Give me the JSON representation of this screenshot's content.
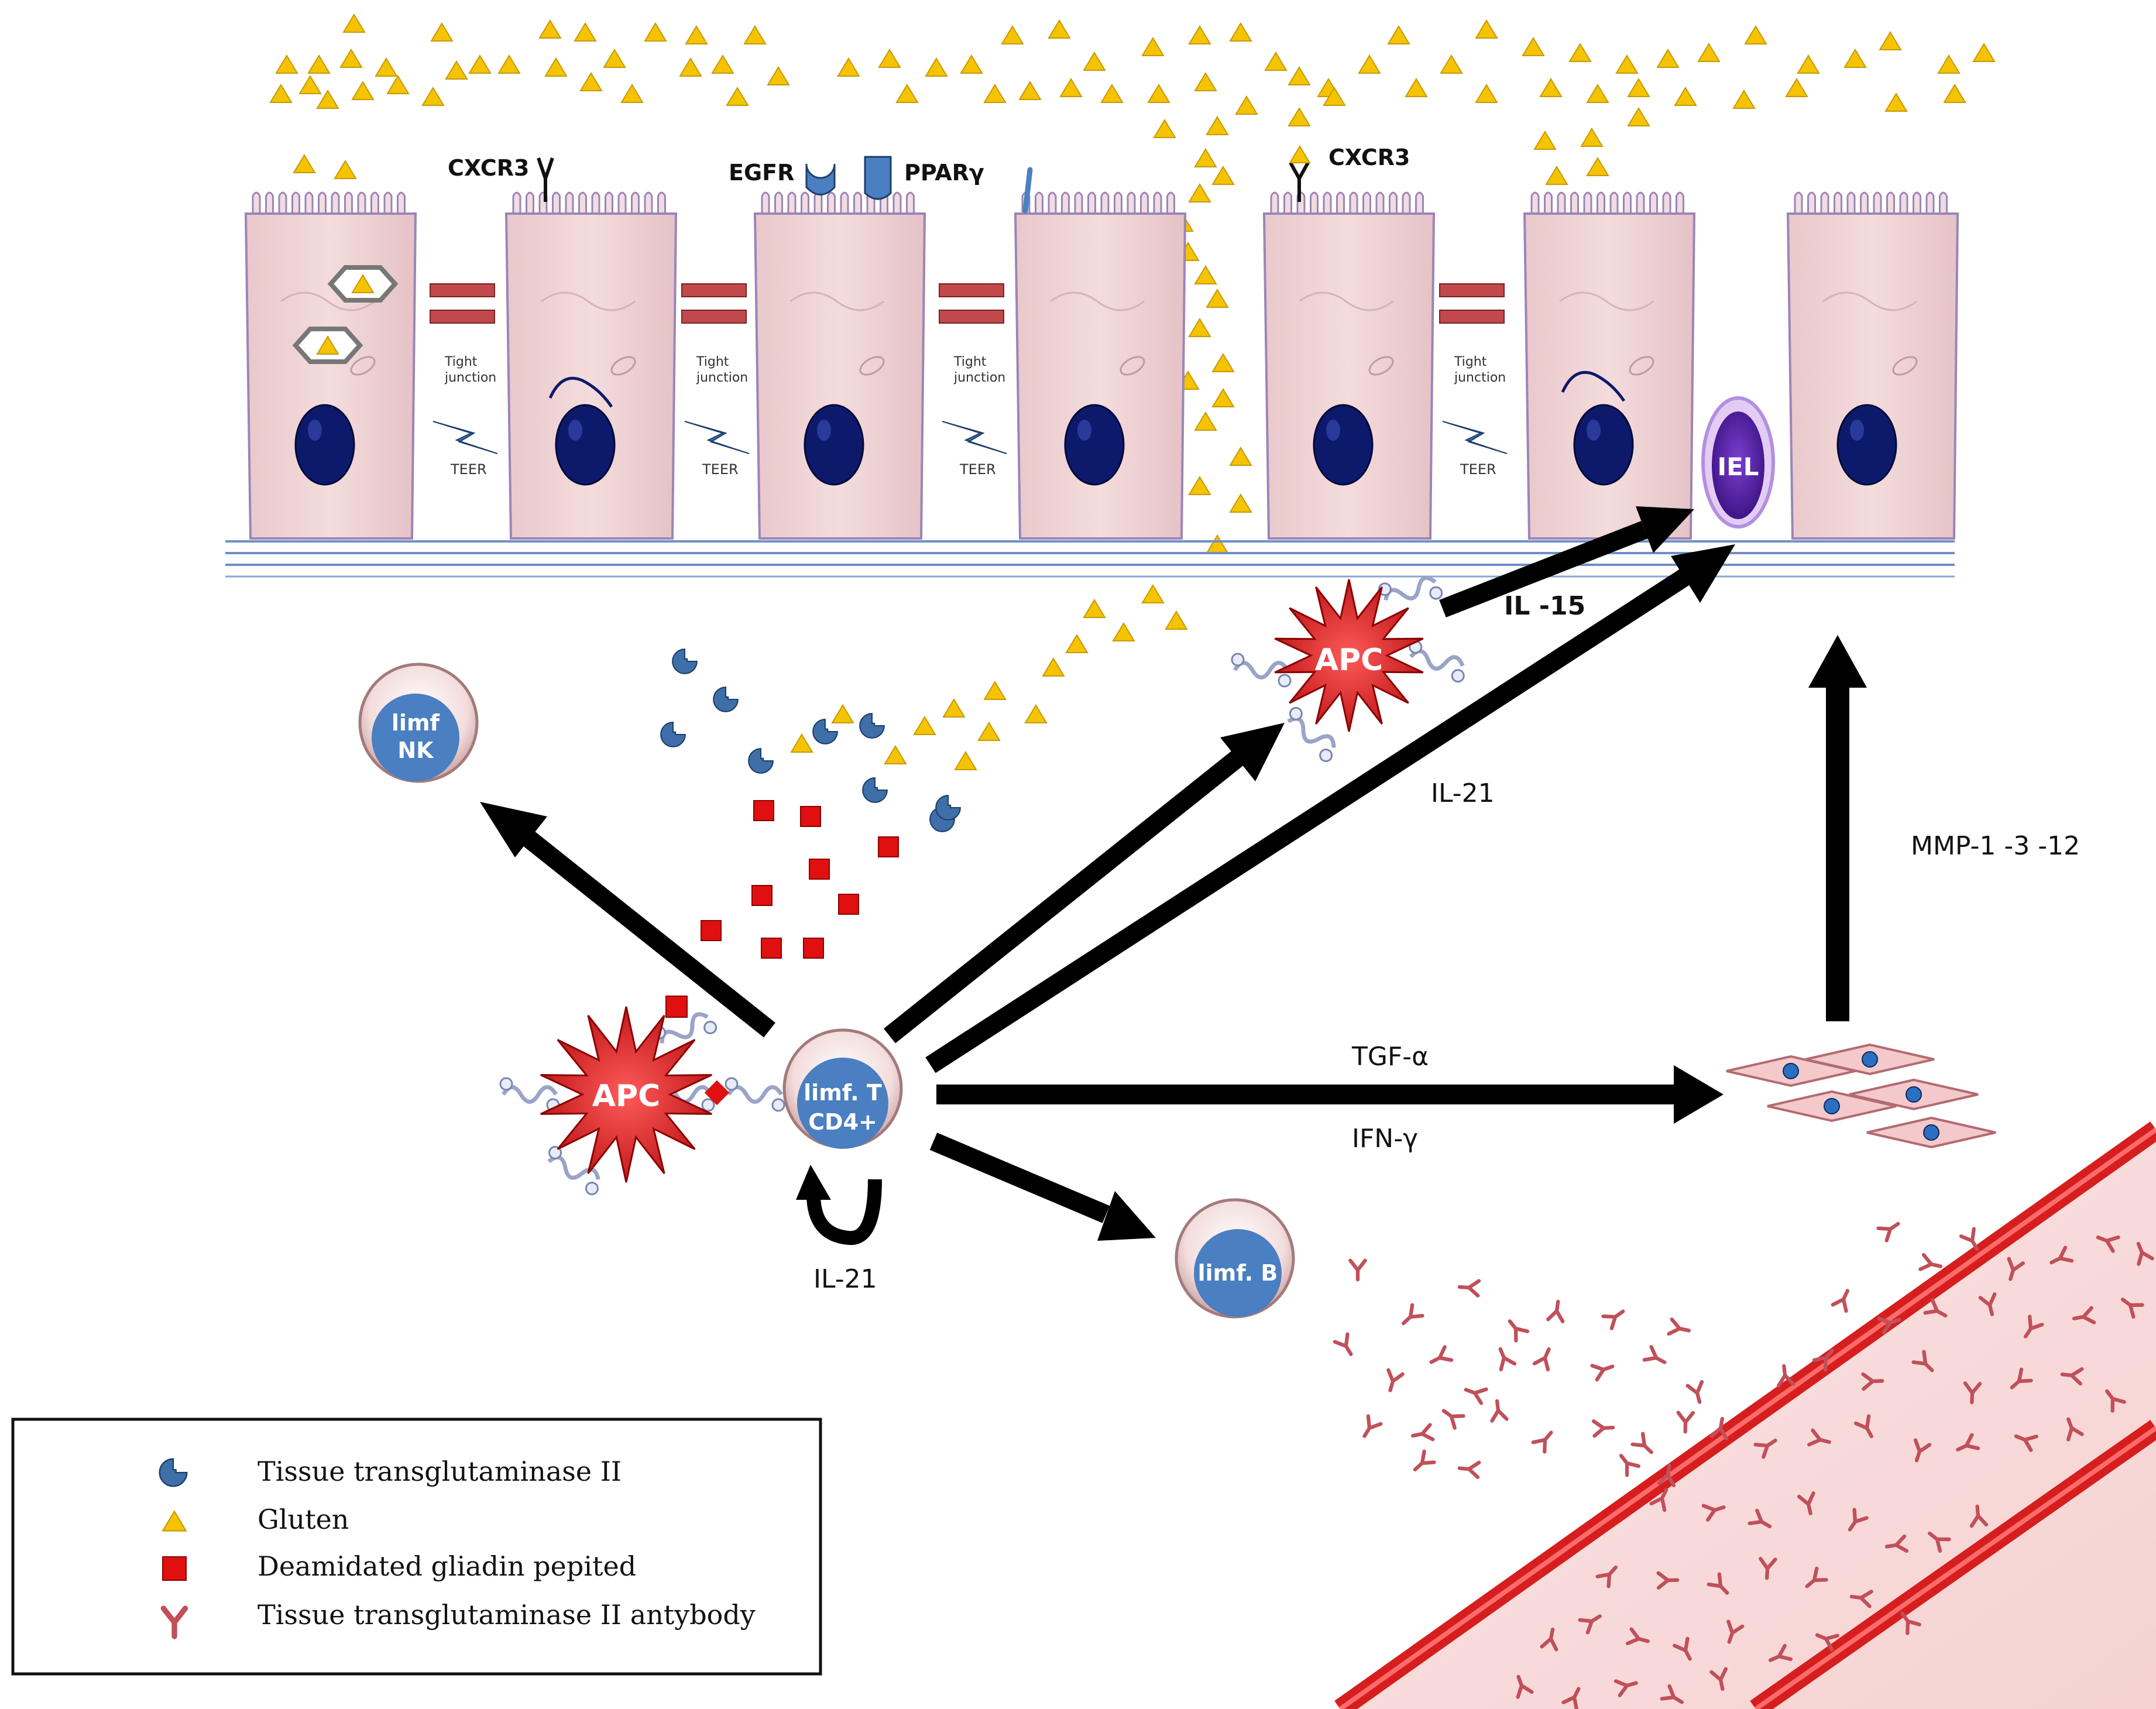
{
  "labels": {
    "cxcr3_left": "CXCR3",
    "egfr": "EGFR",
    "ppar": "PPARγ",
    "cxcr3_right": "CXCR3",
    "tight_junction_line1": "Tight",
    "tight_junction_line2": "junction",
    "teer": "TEER",
    "iel": "IEL",
    "il15": "IL -15",
    "il21_upper": "IL-21",
    "il21_loop": "IL-21",
    "mmp": "MMP-1 -3 -12",
    "tgf": "TGF-α",
    "ifn": "IFN-γ",
    "apc_upper": "APC",
    "apc_lower": "APC",
    "nk_line1": "limf",
    "nk_line2": "NK",
    "t_line1": "limf. T",
    "t_line2": "CD4+",
    "b_cell": "limf. B"
  },
  "legend": {
    "items": [
      {
        "symbol": "transglutaminase",
        "label": "Tissue transglutaminase II"
      },
      {
        "symbol": "gluten",
        "label": "Gluten"
      },
      {
        "symbol": "gliadin",
        "label": "Deamidated gliadin pepited"
      },
      {
        "symbol": "antibody",
        "label": "Tissue transglutaminase II antybody"
      }
    ]
  },
  "colors": {
    "gluten": "#f5c300",
    "cell": "#f0d4d4",
    "cell_border": "#9a86b8",
    "nucleus": "#0d1a6b",
    "apc": "#d41a1a",
    "lymphocyte": "#4a7fc1",
    "gliadin": "#e01010",
    "vessel": "#d61e1e",
    "antibody": "#c0505a",
    "arrow": "#000000"
  }
}
